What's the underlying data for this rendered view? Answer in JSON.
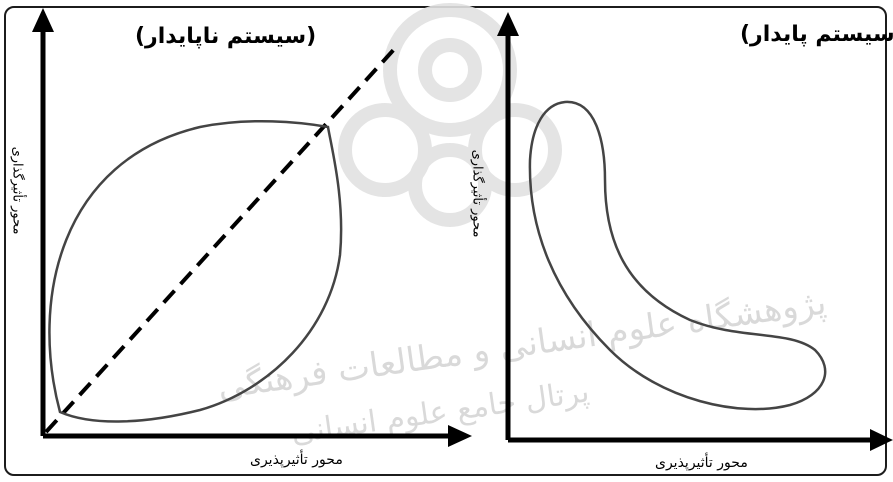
{
  "panels": {
    "left": {
      "title": "(سیستم ناپایدار)",
      "x_axis_label": "محور تأثیرپذیری",
      "y_axis_label": "محور تأثیرگذاری"
    },
    "right": {
      "title": "(سیستم پایدار)",
      "x_axis_label": "محور تأثیرپذیری",
      "y_axis_label": "محور تأثیرگذاری"
    }
  },
  "watermark": {
    "line1": "پژوهشگاه علوم انسانی و مطالعات فرهنگی",
    "line2": "پرتال جامع علوم انسانی"
  },
  "colors": {
    "axis": "#000000",
    "curve": "#444444",
    "frame": "#1c1c1c",
    "watermark": "#d9d9d9"
  }
}
